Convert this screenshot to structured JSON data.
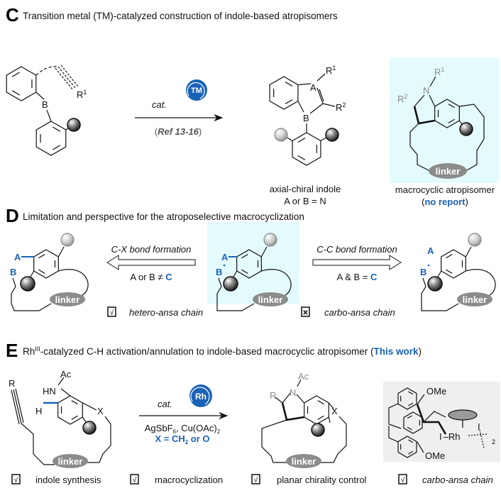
{
  "colors": {
    "accent_blue": "#1a62b8",
    "highlight_cyan": "#e4fbfd",
    "catalyst_panel_gray": "#efefef",
    "linker_gray": "#8c8c8c"
  },
  "panel_c": {
    "letter": "C",
    "title": "Transition metal (TM)-catalyzed construction of indole-based atropisomers",
    "reactant": {
      "B": "B",
      "R": "R",
      "R_sup": "1"
    },
    "reagent": "cat.",
    "catalyst_badge": "TM",
    "reference_open": "(",
    "reference": "Ref 13-16",
    "reference_close": ")",
    "product": {
      "A": "A",
      "B": "B",
      "R1": "R",
      "R1_sup": "1",
      "R2": "R",
      "R2_sup": "2"
    },
    "product_caption": "axial-chiral indole",
    "product_condition": "A or B = N",
    "macro": {
      "N": "N",
      "R1": "R",
      "R1_sup": "1",
      "R2": "R",
      "R2_sup": "2",
      "linker": "linker"
    },
    "macro_caption": "macrocyclic atropisomer",
    "macro_note_open": "(",
    "macro_note": "no report",
    "macro_note_close": ")"
  },
  "panel_d": {
    "letter": "D",
    "title": "Limitation and perspective for the atroposelective macrocyclization",
    "atom_a": "A",
    "atom_b": "B",
    "linker": "linker",
    "left_arrow": {
      "label": "C-X bond formation",
      "condition_prefix": "A or B ≠ ",
      "condition_atom": "C"
    },
    "right_arrow": {
      "label": "C-C bond formation",
      "condition_prefix": "A & B = ",
      "condition_atom": "C"
    },
    "checks": [
      {
        "mark": "√",
        "state": "checked",
        "label": "hetero-ansa chain"
      },
      {
        "mark": "✕",
        "state": "crossed",
        "label": "carbo-ansa chain"
      }
    ]
  },
  "panel_e": {
    "letter": "E",
    "title_prefix": "Rh",
    "title_sup": "III",
    "title_main": "-catalyzed C-H activation/annulation to indole-based macrocyclic atropisomer (",
    "title_highlight": "This work",
    "title_close": ")",
    "substrate": {
      "R": "R",
      "HN": "HN",
      "Ac": "Ac",
      "H": "H",
      "X": "X",
      "linker": "linker"
    },
    "reagent": "cat.",
    "catalyst_badge": "Rh",
    "conditions": {
      "ag": "AgSbF",
      "ag_sub": "6",
      "cu": ", Cu(OAc)",
      "cu_sub": "2",
      "x_prefix": "X = CH",
      "x_sub": "2",
      "x_suffix": " or O"
    },
    "product": {
      "R": "R",
      "N": "N",
      "Ac": "Ac",
      "X": "X",
      "linker": "linker"
    },
    "catalyst": {
      "ome_top": "OMe",
      "ome_bottom": "OMe",
      "iodide_left": "I",
      "rh": "Rh",
      "iodide_bridge": "I",
      "dimer_sub": "2"
    },
    "checks": [
      {
        "mark": "√",
        "label": "indole synthesis",
        "italic": false
      },
      {
        "mark": "√",
        "label": "macrocyclization",
        "italic": false
      },
      {
        "mark": "√",
        "label": "planar chirality control",
        "italic": false
      },
      {
        "mark": "√",
        "label": "carbo-ansa chain",
        "italic": true
      }
    ]
  }
}
